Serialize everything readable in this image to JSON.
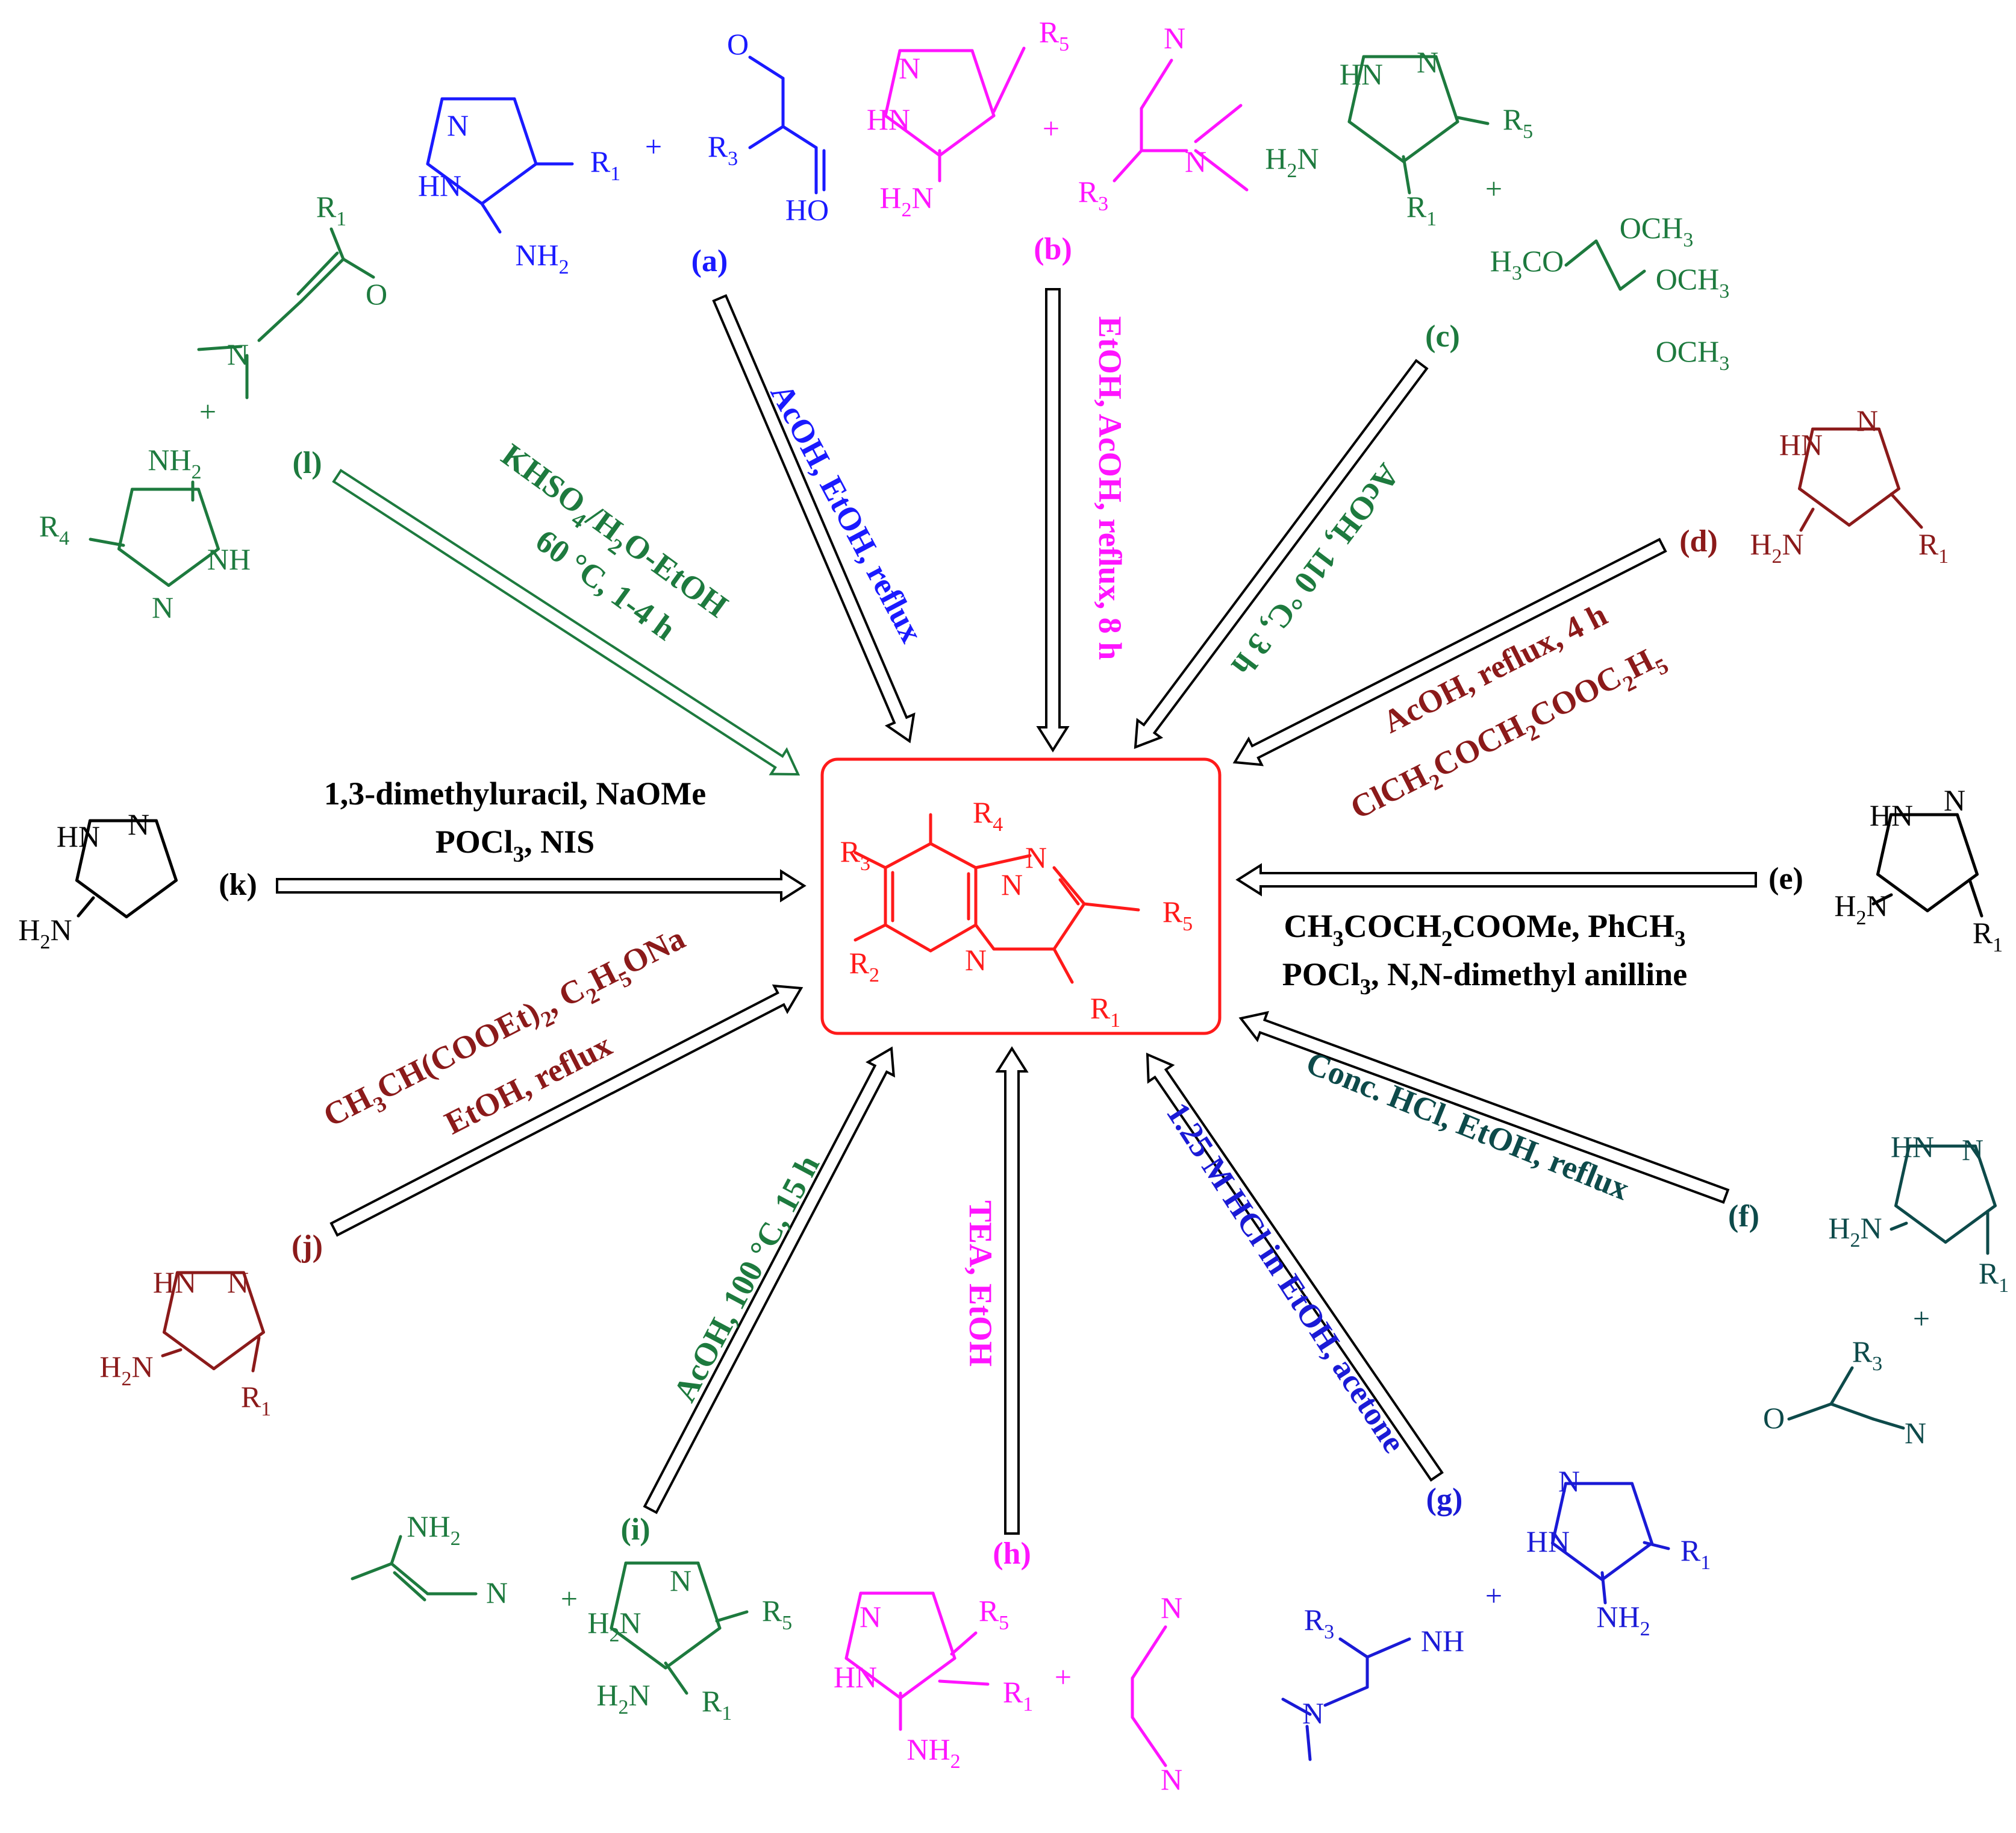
{
  "colors": {
    "a": "#1a1aff",
    "b": "#ff14ff",
    "c": "#1d7a3e",
    "d": "#8b1a1a",
    "e": "#000000",
    "f": "#0d4a4a",
    "g": "#1a1ad6",
    "h": "#ff14ff",
    "i": "#1d7a3e",
    "j": "#8b1a1a",
    "k": "#000000",
    "l": "#1d7a3e",
    "product": "#ff1a1a",
    "arrow": "#000000"
  },
  "product": {
    "atoms": {
      "R4": "R4",
      "R3": "R3",
      "R2": "R2",
      "R1": "R1",
      "R5": "R5",
      "N_top": "N",
      "N_mid": "N",
      "N_bottom": "N"
    }
  },
  "routes": {
    "a": {
      "label": "(a)",
      "conditions": "AcOH, EtOH, reflux"
    },
    "b": {
      "label": "(b)",
      "conditions": "EtOH, AcOH, reflux, 8 h"
    },
    "c": {
      "label": "(c)",
      "conditions": "AcOH, 110 °C, 3 h"
    },
    "d": {
      "label": "(d)",
      "conditions_1": "AcOH, reflux, 4 h",
      "conditions_2": "ClCH2COCH2COOC2H5"
    },
    "e": {
      "label": "(e)",
      "conditions_1": "CH3COCH2COOMe, PhCH3",
      "conditions_2": "POCl3, N,N-dimethyl anilline"
    },
    "f": {
      "label": "(f)",
      "conditions": "Conc. HCl, EtOH, reflux"
    },
    "g": {
      "label": "(g)",
      "conditions": "1.25 M HCl in EtOH, acetone"
    },
    "h": {
      "label": "(h)",
      "conditions": "TEA, EtOH"
    },
    "i": {
      "label": "(i)",
      "conditions": "AcOH, 100 °C, 15 h"
    },
    "j": {
      "label": "(j)",
      "conditions_1": "CH3CH(COOEt)2, C2H5ONa",
      "conditions_2": "EtOH, reflux"
    },
    "k": {
      "label": "(k)",
      "conditions_1": "1,3-dimethyluracil, NaOMe",
      "conditions_2": "POCl3, NIS"
    },
    "l": {
      "label": "(l)",
      "conditions_1": "KHSO4/H2O-EtOH",
      "conditions_2": "60 °C, 1-4 h"
    }
  },
  "reagents": {
    "a": {
      "R1": "R1",
      "NH2": "NH2",
      "N1": "N",
      "HN": "HN",
      "plus": "+",
      "O": "O",
      "R3": "R3",
      "HO": "HO"
    },
    "b": {
      "R5": "R5",
      "N1": "N",
      "HN": "HN",
      "H2N": "H2N",
      "plus": "+",
      "N_nitrile": "N",
      "R3": "R3",
      "N_amine": "N"
    },
    "c": {
      "HN": "HN",
      "N1": "N",
      "R5": "R5",
      "H2N": "H2N",
      "R1": "R1",
      "plus": "+",
      "OCH3_1": "OCH3",
      "H3CO": "H3CO",
      "OCH3_2": "OCH3",
      "OCH3_3": "OCH3"
    },
    "d": {
      "N1": "N",
      "HN": "HN",
      "H2N": "H2N",
      "R1": "R1"
    },
    "e": {
      "HN": "HN",
      "N1": "N",
      "H2N": "H2N",
      "R1": "R1"
    },
    "f": {
      "HN": "HN",
      "N1": "N",
      "H2N": "H2N",
      "R1": "R1",
      "plus": "+",
      "R3": "R3",
      "O": "O",
      "N_nitrile": "N"
    },
    "g": {
      "R3": "R3",
      "NH": "NH",
      "N_amine": "N",
      "plus": "+",
      "N1": "N",
      "HN": "HN",
      "R1": "R1",
      "NH2": "NH2"
    },
    "h": {
      "R5": "R5",
      "N1": "N",
      "HN": "HN",
      "R1": "R1",
      "NH2": "NH2",
      "plus": "+",
      "N_top": "N",
      "N_bottom": "N"
    },
    "i": {
      "NH2": "NH2",
      "N_nitrile": "N",
      "plus": "+",
      "H2N_ring": "H2N",
      "N1": "N",
      "R5": "R5",
      "H2N": "H2N",
      "R1": "R1"
    },
    "j": {
      "HN": "HN",
      "N1": "N",
      "H2N": "H2N",
      "R1": "R1"
    },
    "k": {
      "HN": "HN",
      "N1": "N",
      "H2N": "H2N"
    },
    "l": {
      "R1": "R1",
      "O": "O",
      "N_amine": "N",
      "plus": "+",
      "NH2": "NH2",
      "R4": "R4",
      "NH": "NH",
      "N1": "N"
    }
  }
}
